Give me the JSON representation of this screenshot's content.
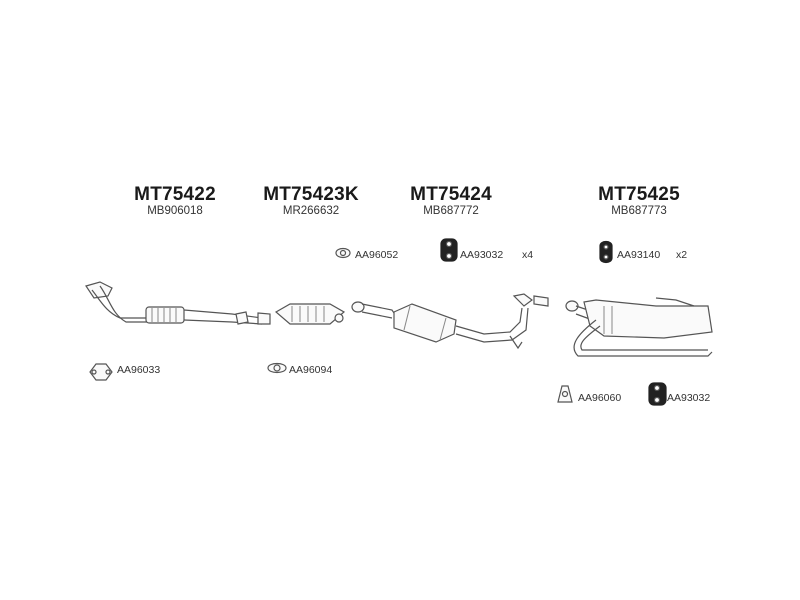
{
  "diagram": {
    "sections": [
      {
        "part_no": "MT75422",
        "oem_no": "MB906018"
      },
      {
        "part_no": "MT75423K",
        "oem_no": "MR266632"
      },
      {
        "part_no": "MT75424",
        "oem_no": "MB687772"
      },
      {
        "part_no": "MT75425",
        "oem_no": "MB687773"
      }
    ],
    "accessories": [
      {
        "code": "AA96052",
        "qty": ""
      },
      {
        "code": "AA93032",
        "qty": "x4"
      },
      {
        "code": "AA93140",
        "qty": "x2"
      },
      {
        "code": "AA96033",
        "qty": ""
      },
      {
        "code": "AA96094",
        "qty": ""
      },
      {
        "code": "AA96060",
        "qty": ""
      },
      {
        "code": "AA93032",
        "qty": ""
      }
    ]
  }
}
